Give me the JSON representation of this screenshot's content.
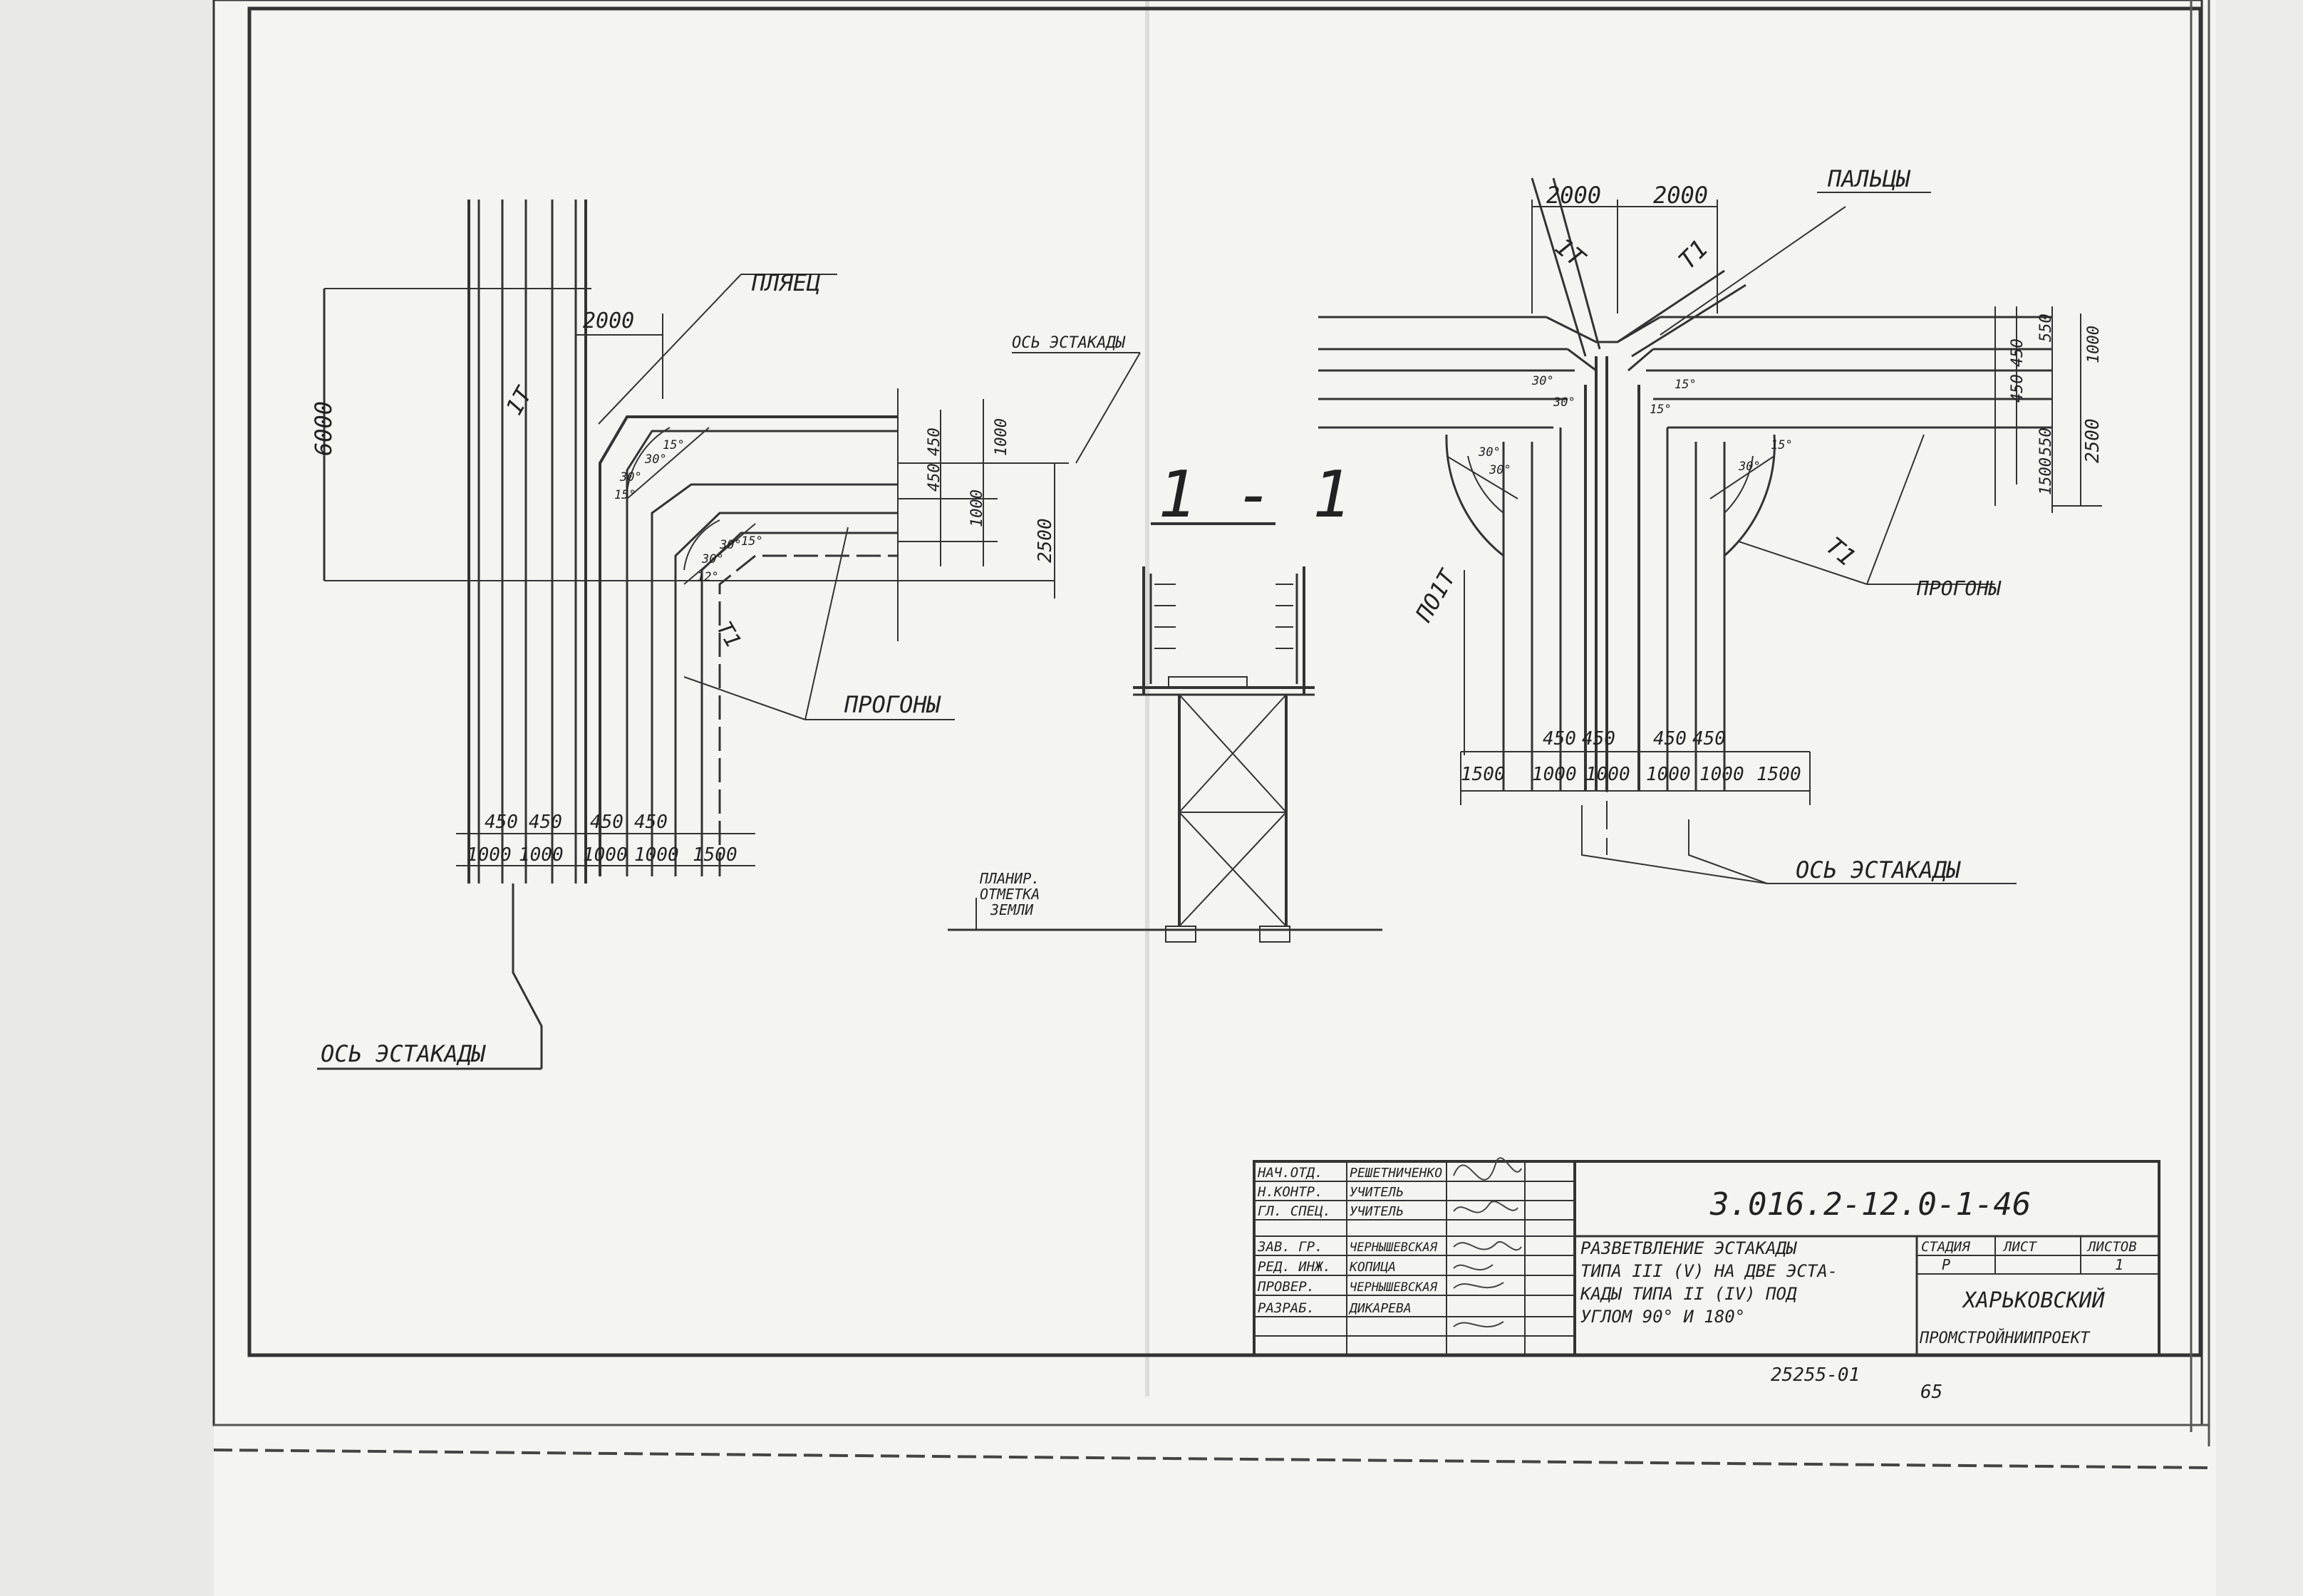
{
  "drawing": {
    "left_view": {
      "leader_flange": "ПЛЯЕЦ",
      "dim_top": "2000",
      "dim_height": "6000",
      "mark_left": "1Т",
      "mark_right": "Т1",
      "axis_label_right": "ОСЬ ЭСТАКАДЫ",
      "dims_vertical": [
        "450",
        "450",
        "1000",
        "1000",
        "2500"
      ],
      "angles": [
        "30°",
        "15°",
        "30°",
        "15°",
        "30°",
        "30°",
        "15°",
        "12°"
      ],
      "purlins_label": "ПРОГОНЫ",
      "bottom_dims_small": [
        "450",
        "450",
        "450",
        "450"
      ],
      "bottom_dims_large": [
        "1000",
        "1000",
        "1000",
        "1000",
        "1500"
      ],
      "axis_label_bottom": "ОСЬ ЭСТАКАДЫ"
    },
    "section": {
      "title": "1 - 1",
      "ground_label": [
        "ПЛАНИР.",
        "ОТМЕТКА",
        "ЗЕМЛИ"
      ]
    },
    "right_view": {
      "dims_top": [
        "2000",
        "2000"
      ],
      "leader_fingers": "ПАЛЬЦЫ",
      "mark_top_left": "1Т",
      "mark_top_right": "Т1",
      "mark_left": "ПО1Т",
      "mark_right": "Т1",
      "dims_vertical": [
        "450",
        "450",
        "550",
        "550",
        "1000",
        "1500",
        "2500"
      ],
      "angles": [
        "30°",
        "30°",
        "15°",
        "15°",
        "30°",
        "30°",
        "15°",
        "30°"
      ],
      "purlins_label": "ПРОГОНЫ",
      "bottom_dims_small": [
        "450",
        "450",
        "450",
        "450"
      ],
      "bottom_dims_large": [
        "1500",
        "1000",
        "1000",
        "1000",
        "1000",
        "1500"
      ],
      "axis_label_bottom": "ОСЬ ЭСТАКАДЫ"
    }
  },
  "title_block": {
    "doc_code": "3.016.2-12.0-1-46",
    "roles": [
      "НАЧ.ОТД.",
      "Н.КОНТР.",
      "ГЛ. СПЕЦ.",
      "ЗАВ. ГР.",
      "РЕД. ИНЖ.",
      "ПРОВЕР.",
      "РАЗРАБ."
    ],
    "names": [
      "РЕШЕТНИЧЕНКО",
      "УЧИТЕЛЬ",
      "УЧИТЕЛЬ",
      "ЧЕРНЫШЕВСКАЯ",
      "КОПИЦА",
      "ЧЕРНЫШЕВСКАЯ",
      "ДИКАРЕВА"
    ],
    "description_lines": [
      "РАЗВЕТВЛЕНИЕ ЭСТАКАДЫ",
      "ТИПА III (V) НА ДВЕ ЭСТА-",
      "КАДЫ ТИПА II (IV) ПОД",
      "УГЛОМ 90° И 180°"
    ],
    "col_stage": "СТАДИЯ",
    "col_sheet": "ЛИСТ",
    "col_sheets": "ЛИСТОВ",
    "stage_value": "Р",
    "sheets_value": "1",
    "org_line1": "ХАРЬКОВСКИЙ",
    "org_line2": "ПРОМСТРОЙНИИПРОЕКТ",
    "inv_number": "25255-01",
    "page_number": "65"
  }
}
